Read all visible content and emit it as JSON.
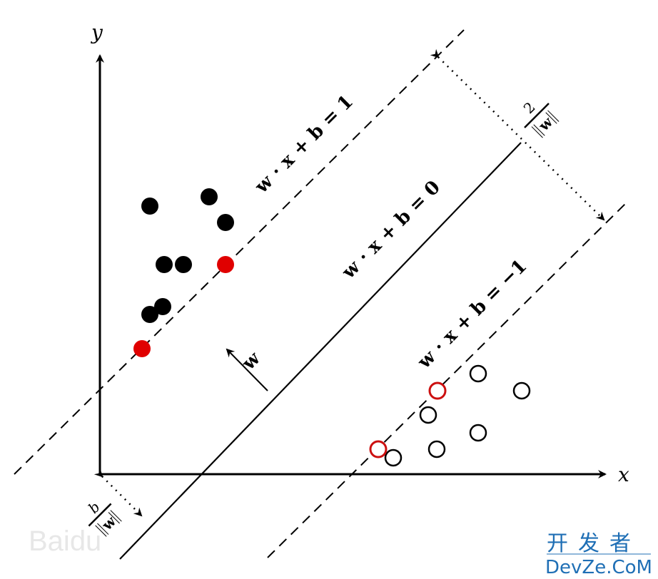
{
  "axes": {
    "x_label": "x",
    "y_label": "y"
  },
  "lines": {
    "upper_margin": "w · x + b = 1",
    "hyperplane": "w · x + b = 0",
    "lower_margin": "w · x + b = −1"
  },
  "normal_vector_label": "w",
  "margin_width": {
    "numerator": "2",
    "denominator": "w"
  },
  "offset": {
    "numerator": "b",
    "denominator": "w"
  },
  "colors": {
    "support_vector": "#e00000",
    "point": "#000000"
  },
  "watermarks": {
    "baidu": "Baidu",
    "devze_cn": "开发者",
    "devze_en": "DevZe.CoM"
  }
}
